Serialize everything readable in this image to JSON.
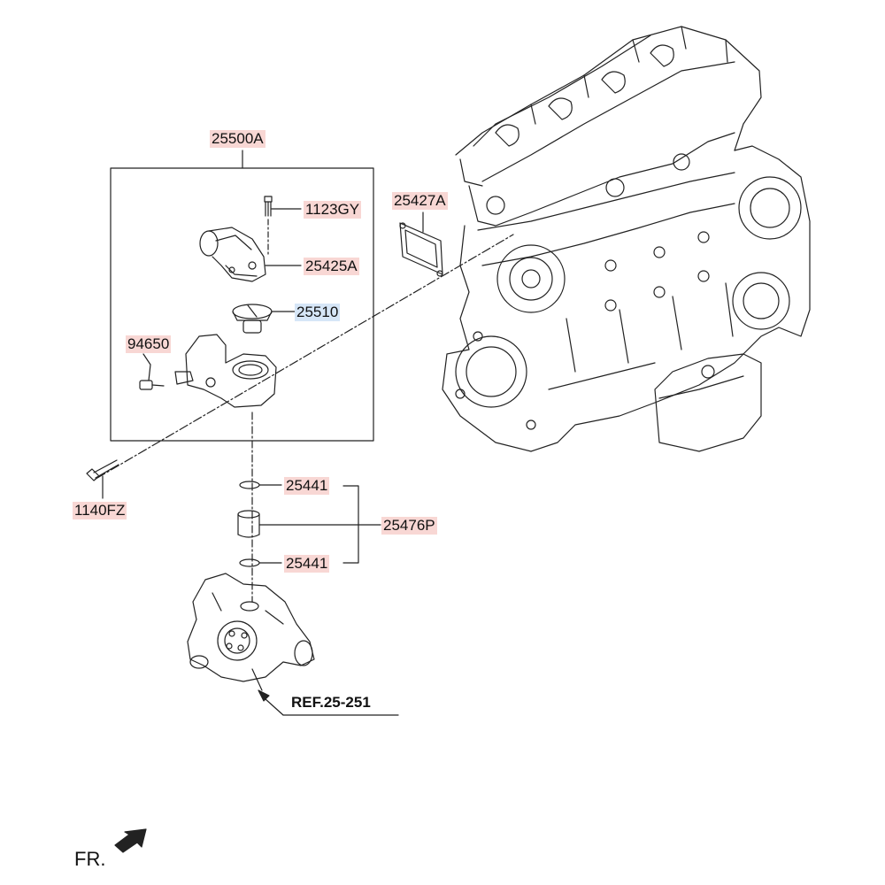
{
  "group_label": "25500A",
  "parts": [
    {
      "id": "1123gy",
      "label": "1123GY",
      "highlight": "red"
    },
    {
      "id": "25425a",
      "label": "25425A",
      "highlight": "red"
    },
    {
      "id": "25510",
      "label": "25510",
      "highlight": "blue"
    },
    {
      "id": "94650",
      "label": "94650",
      "highlight": "red"
    },
    {
      "id": "25427a",
      "label": "25427A",
      "highlight": "red"
    },
    {
      "id": "1140fz",
      "label": "1140FZ",
      "highlight": "red"
    },
    {
      "id": "25441a",
      "label": "25441",
      "highlight": "red"
    },
    {
      "id": "25476p",
      "label": "25476P",
      "highlight": "red"
    },
    {
      "id": "25441b",
      "label": "25441",
      "highlight": "red"
    }
  ],
  "reference": "REF.25-251",
  "front_indicator": "FR.",
  "colors": {
    "highlight_red": "#f8d7d4",
    "highlight_blue": "#d6e6f7",
    "line": "#222222"
  }
}
